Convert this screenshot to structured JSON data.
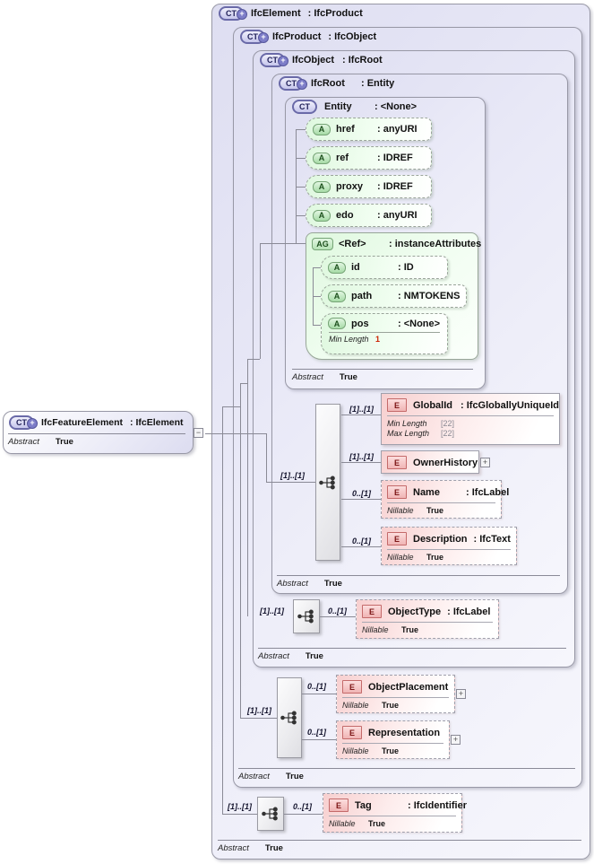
{
  "icons": {
    "collapse": "−",
    "expand": "+",
    "plus": "+"
  },
  "colors": {
    "lavender_fill": "#e6e6f6",
    "green_fill": "#e6fbe6",
    "pink_fill": "#f9d3d3",
    "line": "#8a8a96",
    "facet_red": "#cc2200",
    "facet_gray": "#8a8a94"
  },
  "left_box": {
    "badge": "CT",
    "name": "IfcFeatureElement",
    "type": ": IfcElement",
    "abstract_label": "Abstract",
    "abstract_value": "True"
  },
  "ct": {
    "ifcElement": {
      "badge": "CT",
      "name": "IfcElement",
      "type": ": IfcProduct",
      "abstract_label": "Abstract",
      "abstract_value": "True",
      "seq_card": "[1]..[1]"
    },
    "ifcProduct": {
      "badge": "CT",
      "name": "IfcProduct",
      "type": ": IfcObject",
      "abstract_label": "Abstract",
      "abstract_value": "True",
      "seq_card": "[1]..[1]"
    },
    "ifcObject": {
      "badge": "CT",
      "name": "IfcObject",
      "type": ": IfcRoot",
      "abstract_label": "Abstract",
      "abstract_value": "True",
      "seq_card": "[1]..[1]"
    },
    "ifcRoot": {
      "badge": "CT",
      "name": "IfcRoot",
      "type": ": Entity",
      "abstract_label": "Abstract",
      "abstract_value": "True",
      "seq_card": "[1]..[1]"
    },
    "entity": {
      "badge": "CT",
      "name": "Entity",
      "type": ": <None>",
      "abstract_label": "Abstract",
      "abstract_value": "True"
    }
  },
  "attributes": {
    "href": {
      "badge": "A",
      "name": "href",
      "type": ": anyURI"
    },
    "ref": {
      "badge": "A",
      "name": "ref",
      "type": ": IDREF"
    },
    "proxy": {
      "badge": "A",
      "name": "proxy",
      "type": ": IDREF"
    },
    "edo": {
      "badge": "A",
      "name": "edo",
      "type": ": anyURI"
    },
    "group": {
      "badge": "AG",
      "name": "<Ref>",
      "type": ": instanceAttributes"
    },
    "id": {
      "badge": "A",
      "name": "id",
      "type": ": ID"
    },
    "path": {
      "badge": "A",
      "name": "path",
      "type": ": NMTOKENS"
    },
    "pos": {
      "badge": "A",
      "name": "pos",
      "type": ": <None>",
      "facet_label": "Min Length",
      "facet_value": "1"
    }
  },
  "elements": {
    "globalId": {
      "badge": "E",
      "name": "GlobalId",
      "type": ": IfcGloballyUniqueId",
      "card": "[1]..[1]",
      "f1_label": "Min Length",
      "f1_value": "[22]",
      "f2_label": "Max Length",
      "f2_value": "[22]"
    },
    "ownerHistory": {
      "badge": "E",
      "name": "OwnerHistory",
      "card": "[1]..[1]"
    },
    "name": {
      "badge": "E",
      "name": "Name",
      "type": ": IfcLabel",
      "card": "0..[1]",
      "nillable_label": "Nillable",
      "nillable_value": "True"
    },
    "description": {
      "badge": "E",
      "name": "Description",
      "type": ": IfcText",
      "card": "0..[1]",
      "nillable_label": "Nillable",
      "nillable_value": "True"
    },
    "objectType": {
      "badge": "E",
      "name": "ObjectType",
      "type": ": IfcLabel",
      "card": "0..[1]",
      "nillable_label": "Nillable",
      "nillable_value": "True"
    },
    "objectPlacement": {
      "badge": "E",
      "name": "ObjectPlacement",
      "card": "0..[1]",
      "nillable_label": "Nillable",
      "nillable_value": "True"
    },
    "representation": {
      "badge": "E",
      "name": "Representation",
      "card": "0..[1]",
      "nillable_label": "Nillable",
      "nillable_value": "True"
    },
    "tag": {
      "badge": "E",
      "name": "Tag",
      "type": ": IfcIdentifier",
      "card": "0..[1]",
      "nillable_label": "Nillable",
      "nillable_value": "True"
    }
  }
}
